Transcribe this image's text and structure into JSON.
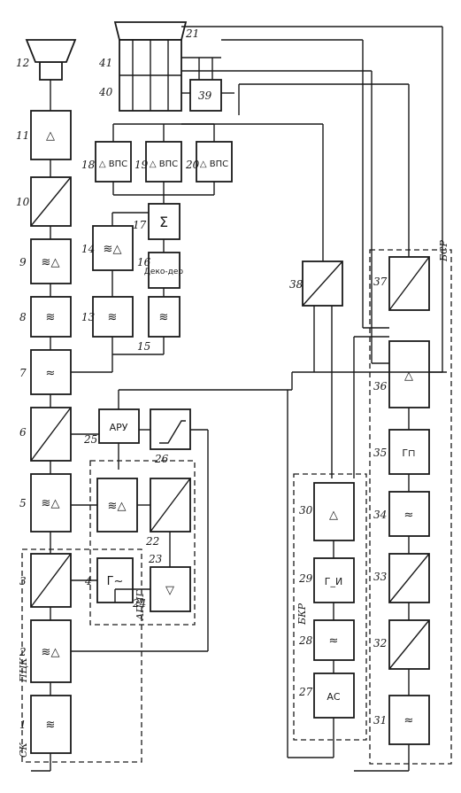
{
  "blocks": {
    "b1": {
      "num": "1",
      "sym": "≋"
    },
    "b2": {
      "num": "2",
      "sym": "≋△"
    },
    "b3": {
      "num": "3"
    },
    "b4": {
      "num": "4",
      "sym": "Г~"
    },
    "b5": {
      "num": "5",
      "sym": "≋△"
    },
    "b6": {
      "num": "6"
    },
    "b7": {
      "num": "7",
      "sym": "≈"
    },
    "b8": {
      "num": "8",
      "sym": "≋"
    },
    "b9": {
      "num": "9",
      "sym": "≋△"
    },
    "b10": {
      "num": "10"
    },
    "b11": {
      "num": "11",
      "sym": "△"
    },
    "b12": {
      "num": "12"
    },
    "b13": {
      "num": "13",
      "sym": "≋"
    },
    "b14": {
      "num": "14",
      "sym": "≋△"
    },
    "b15": {
      "num": "15",
      "sym": "≋"
    },
    "b16": {
      "num": "16",
      "sym": "Деко-дер"
    },
    "b17": {
      "num": "17",
      "sym": "Σ"
    },
    "b18": {
      "num": "18",
      "sym": "△ ВПС"
    },
    "b19": {
      "num": "19",
      "sym": "△ ВПС"
    },
    "b20": {
      "num": "20",
      "sym": "△ ВПС"
    },
    "b21": {
      "num": "21"
    },
    "b22": {
      "num": "22"
    },
    "b23": {
      "num": "23"
    },
    "b24": {
      "num": "24",
      "sym": "▽"
    },
    "b25": {
      "num": "25",
      "sym": "АРУ"
    },
    "b26": {
      "num": "26"
    },
    "b27": {
      "num": "27",
      "sym": "АС"
    },
    "b28": {
      "num": "28",
      "sym": "≈"
    },
    "b29": {
      "num": "29",
      "sym": "Г_И"
    },
    "b30": {
      "num": "30",
      "sym": "△"
    },
    "b31": {
      "num": "31",
      "sym": "≈"
    },
    "b32": {
      "num": "32"
    },
    "b33": {
      "num": "33"
    },
    "b34": {
      "num": "34",
      "sym": "≈"
    },
    "b35": {
      "num": "35",
      "sym": "Г⊓"
    },
    "b36": {
      "num": "36",
      "sym": "△"
    },
    "b37": {
      "num": "37"
    },
    "b38": {
      "num": "38"
    },
    "b39": {
      "num": "39"
    },
    "b40": {
      "num": "40"
    },
    "b41": {
      "num": "41"
    }
  },
  "groups": {
    "ck": "СК",
    "pchk": "ПЦК",
    "apch": "АПЧГ",
    "bkr": "БКР",
    "bsr": "БСР"
  }
}
